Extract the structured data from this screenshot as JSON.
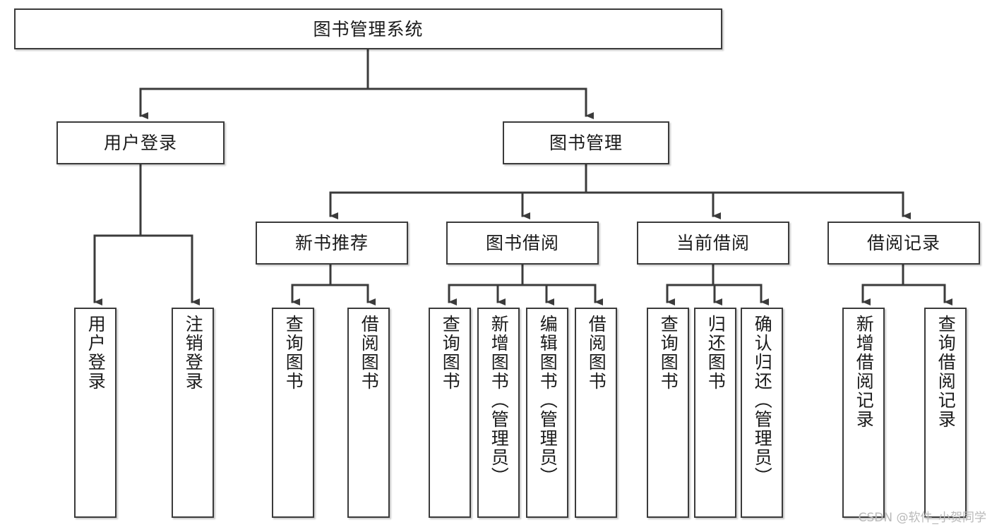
{
  "diagram": {
    "type": "tree-hierarchy",
    "root": {
      "id": "root",
      "label": "图书管理系统"
    },
    "level1": [
      {
        "id": "user-login",
        "label": "用户登录"
      },
      {
        "id": "book-admin",
        "label": "图书管理"
      }
    ],
    "level2": [
      {
        "id": "new-book-rec",
        "label": "新书推荐",
        "parent": "book-admin"
      },
      {
        "id": "book-borrow",
        "label": "图书借阅",
        "parent": "book-admin"
      },
      {
        "id": "current-borrow",
        "label": "当前借阅",
        "parent": "book-admin"
      },
      {
        "id": "borrow-record",
        "label": "借阅记录",
        "parent": "book-admin"
      }
    ],
    "leaves": [
      {
        "id": "leaf-user-login",
        "label": "用户登录",
        "parent": "user-login"
      },
      {
        "id": "leaf-logout",
        "label": "注销登录",
        "parent": "user-login"
      },
      {
        "id": "leaf-query-book-1",
        "label": "查询图书",
        "parent": "new-book-rec"
      },
      {
        "id": "leaf-borrow-book-1",
        "label": "借阅图书",
        "parent": "new-book-rec"
      },
      {
        "id": "leaf-query-book-2",
        "label": "查询图书",
        "parent": "book-borrow"
      },
      {
        "id": "leaf-add-book",
        "label": "新增图书（管理员）",
        "parent": "book-borrow"
      },
      {
        "id": "leaf-edit-book",
        "label": "编辑图书（管理员）",
        "parent": "book-borrow"
      },
      {
        "id": "leaf-borrow-book-2",
        "label": "借阅图书",
        "parent": "book-borrow"
      },
      {
        "id": "leaf-query-book-3",
        "label": "查询图书",
        "parent": "current-borrow"
      },
      {
        "id": "leaf-return-book",
        "label": "归还图书",
        "parent": "current-borrow"
      },
      {
        "id": "leaf-confirm-return",
        "label": "确认归还（管理员）",
        "parent": "current-borrow"
      },
      {
        "id": "leaf-add-record",
        "label": "新增借阅记录",
        "parent": "borrow-record"
      },
      {
        "id": "leaf-query-record",
        "label": "查询借阅记录",
        "parent": "borrow-record"
      }
    ]
  },
  "watermark": {
    "text": "CSDN @软件_小贺同学"
  },
  "colors": {
    "box_border": "#3b3b3b",
    "box_fill": "#ffffff",
    "line": "#3b3b3b",
    "text": "#1b1b1b",
    "watermark": "#b9b9b9",
    "background": "#ffffff"
  }
}
